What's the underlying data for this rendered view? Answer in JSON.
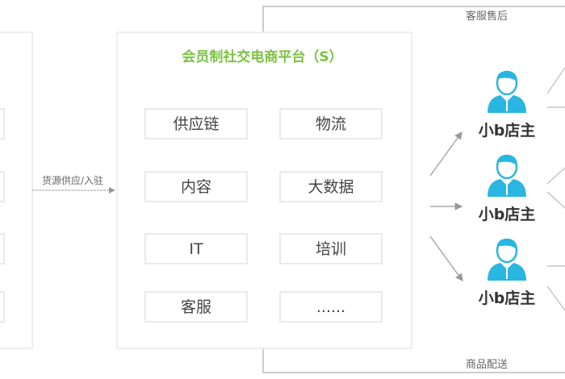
{
  "platform": {
    "title": "会员制社交电商平台（S）",
    "modules": [
      "供应链",
      "物流",
      "内容",
      "大数据",
      "IT",
      "培训",
      "客服",
      "......"
    ]
  },
  "supply_arrow_label": "货源供应/入驻",
  "top_label": "客服售后",
  "bottom_label": "商品配送",
  "shop_owners": [
    "小b店主",
    "小b店主",
    "小b店主"
  ],
  "colors": {
    "title": "#7bc142",
    "person": "#29b6e0"
  }
}
